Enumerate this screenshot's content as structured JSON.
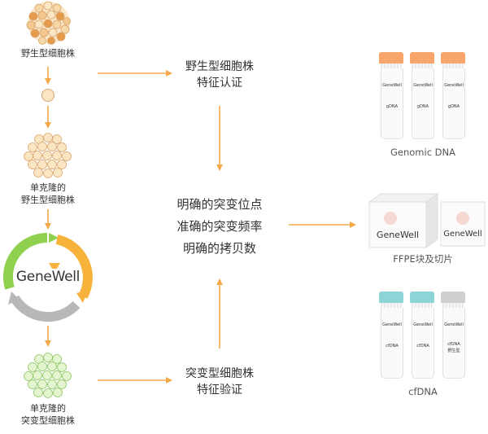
{
  "left_flow": {
    "wild_type_label": "野生型细胞株",
    "clone_wild_label_line1": "单克隆的",
    "clone_wild_label_line2": "野生型细胞株",
    "clone_mutant_label_line1": "单克隆的",
    "clone_mutant_label_line2": "突变型细胞株"
  },
  "logo": {
    "text": "GeneWell"
  },
  "middle": {
    "wild_verify_line1": "野生型细胞株",
    "wild_verify_line2": "特征认证",
    "center_line1": "明确的突变位点",
    "center_line2": "准确的突变频率",
    "center_line3": "明确的拷贝数",
    "mutant_verify_line1": "突变型细胞株",
    "mutant_verify_line2": "特征验证"
  },
  "right": {
    "genomic_caption": "Genomic DNA",
    "gdna_tube_label": "gDNA",
    "ffpe_caption": "FFPE块及切片",
    "cfdna_caption": "cfDNA",
    "cfdna_tube_label": "cfDNA",
    "cfdna_wild_label": "野生型",
    "tube_brand": "GeneWell"
  },
  "colors": {
    "arrow": "#f6a94b",
    "orange_cap": "#f7a56a",
    "teal_cap": "#8ed3d6",
    "grey_cap": "#cfcfcf",
    "cycle_green": "#8fd14f",
    "cycle_orange": "#f7b23b",
    "cycle_grey": "#b8b8b8"
  }
}
